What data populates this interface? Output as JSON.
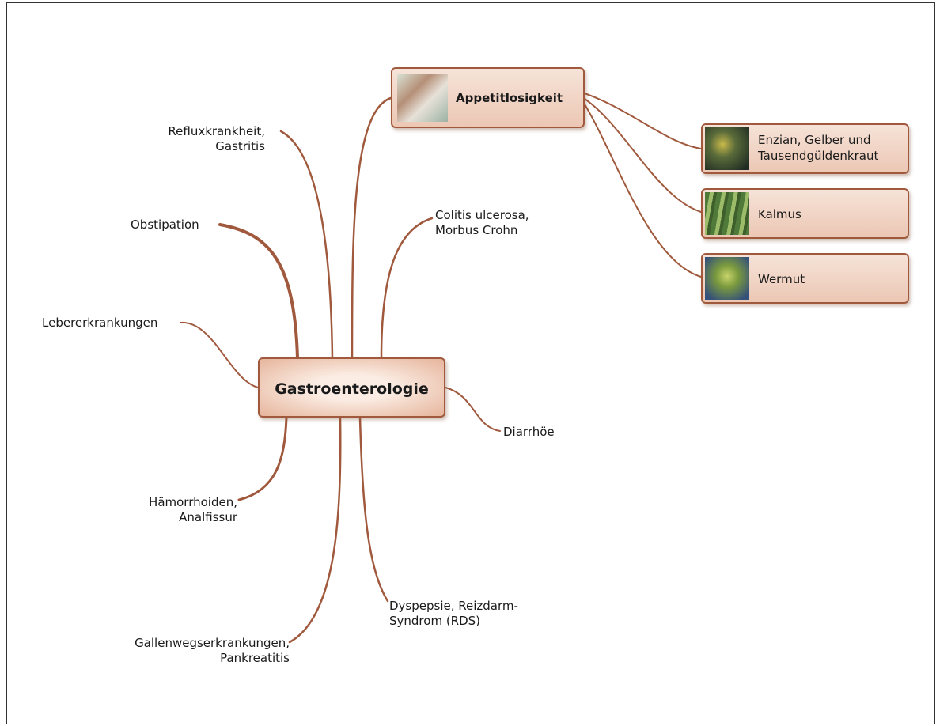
{
  "diagram": {
    "center": {
      "label": "Gastroenterologie"
    },
    "branches": {
      "reflux": "Refluxkrankheit,\nGastritis",
      "obstipation": "Obstipation",
      "leber": "Lebererkrankungen",
      "haemorrhoiden": "Hämorrhoiden,\nAnalfissur",
      "gallenweg": "Gallenwegserkrankungen,\nPankreatitis",
      "dyspepsie": "Dyspepsie, Reizdarm-\nSyndrom (RDS)",
      "diarrhoe": "Diarrhöe",
      "colitis": "Colitis ulcerosa,\nMorbus Crohn"
    },
    "appetit": {
      "label": "Appetitlosigkeit",
      "herbs": [
        {
          "label": "Enzian, Gelber und\nTausendgüldenkraut"
        },
        {
          "label": "Kalmus"
        },
        {
          "label": "Wermut"
        }
      ]
    },
    "line_color": "#a0593d"
  }
}
